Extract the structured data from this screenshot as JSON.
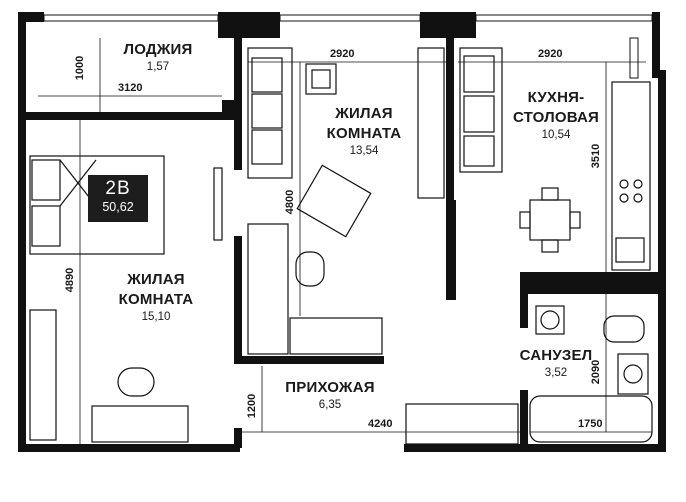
{
  "apartment": {
    "type": "2В",
    "total_area": "50,62"
  },
  "rooms": [
    {
      "name": "ЛОДЖИЯ",
      "area": "1,57"
    },
    {
      "name": "ЖИЛАЯ\nКОМНАТА",
      "area": "13,54"
    },
    {
      "name": "КУХНЯ-\nСТОЛОВАЯ",
      "area": "10,54"
    },
    {
      "name": "ЖИЛАЯ\nКОМНАТА",
      "area": "15,10"
    },
    {
      "name": "ПРИХОЖАЯ",
      "area": "6,35"
    },
    {
      "name": "САНУЗЕЛ",
      "area": "3,52"
    }
  ],
  "dimensions": [
    "1000",
    "3120",
    "2920",
    "2920",
    "4800",
    "3510",
    "4890",
    "1200",
    "4240",
    "1750",
    "2090"
  ]
}
